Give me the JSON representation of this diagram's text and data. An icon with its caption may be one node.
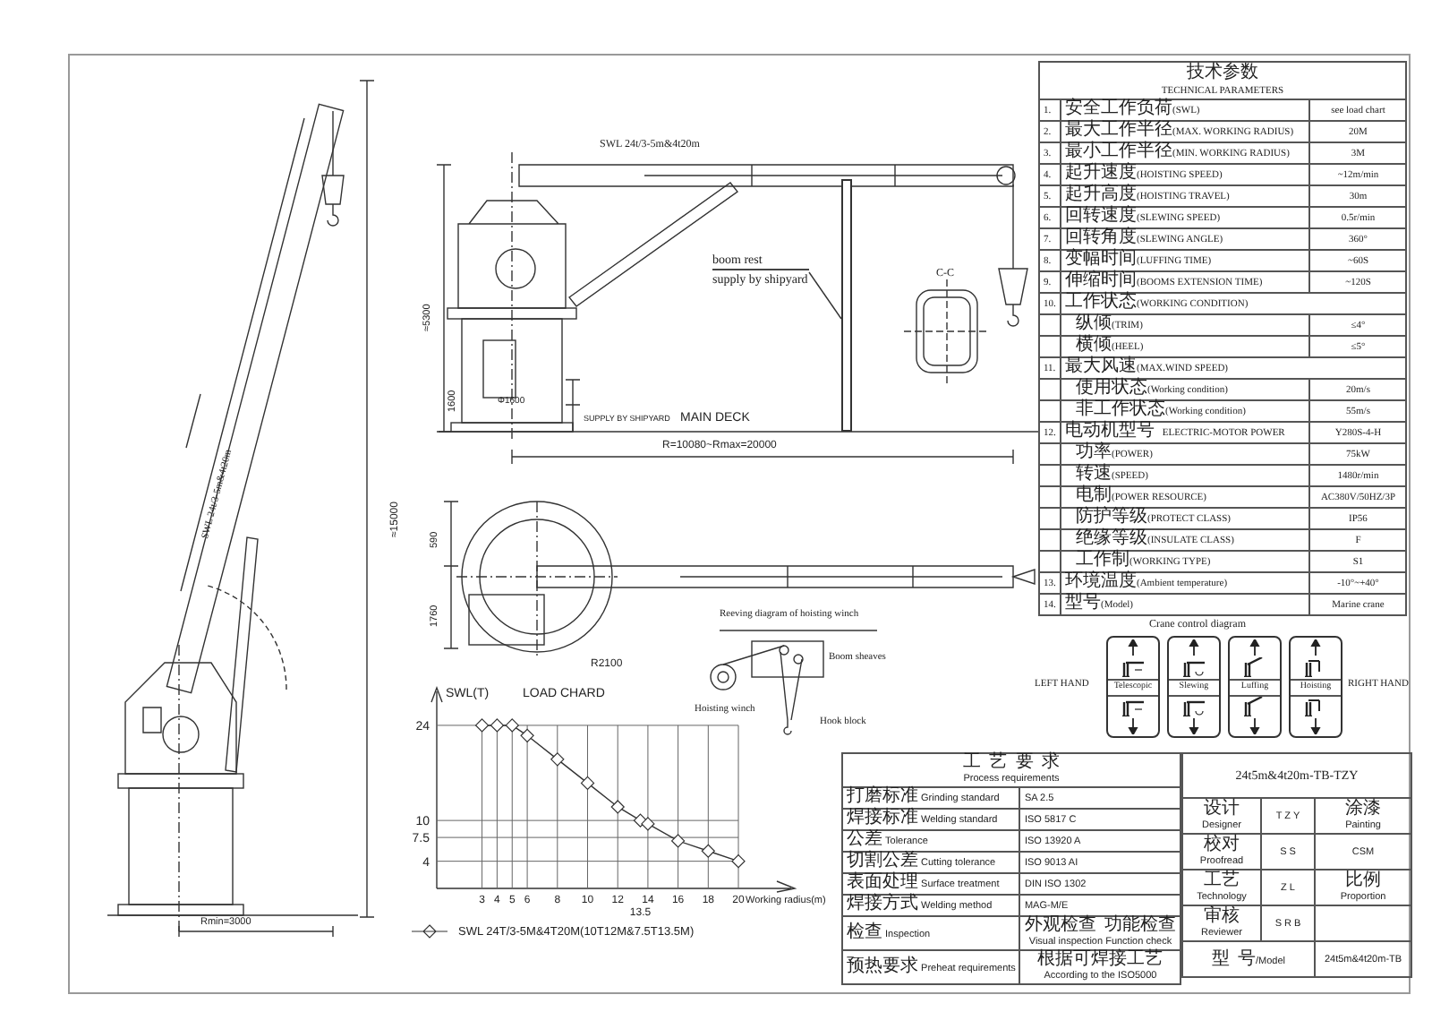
{
  "diagram": {
    "nodes": [
      {
        "text": [
          "boom rest",
          "supply by shipyard"
        ]
      },
      {
        "text": [],
        "shape": "bar"
      },
      {
        "text": [
          "Telescopic"
        ],
        "beside": [
          "LEFT HAND"
        ]
      },
      {
        "text": [
          "Slewing"
        ]
      },
      {
        "text": [
          "Luffing"
        ]
      },
      {
        "text": [
          "Hoisting"
        ],
        "beside": [
          "RIGHT HAND"
        ]
      }
    ],
    "edges": [
      {
        "from": 0,
        "to": 1,
        "arrow": "none"
      }
    ],
    "labels": [
      "技术参数",
      "TECHNICAL PARAMETERS",
      "1.",
      "安全工作负荷(SWL)",
      "see load chart",
      "2.",
      "最大工作半径(MAX. WORKING RADIUS)",
      "20M",
      "3.",
      "最小工作半径(MIN. WORKING RADIUS)",
      "3M",
      "4.",
      "起升速度(HOISTING SPEED)",
      "~12m/min",
      "5.",
      "起升高度(HOISTING TRAVEL)",
      "30m",
      "6.",
      "回转速度(SLEWING SPEED)",
      "0.5r/min",
      "7.",
      "回转角度(SLEWING ANGLE)",
      "360°",
      "8.",
      "变幅时间(LUFFING TIME)",
      "~60S",
      "9.",
      "伸缩时间(BOOMS EXTENSION TIME)",
      "~120S",
      "10.",
      "工作状态(WORKING CONDITION)",
      "纵倾(TRIM)",
      "≤4°",
      "横倾(HEEL)",
      "≤5°",
      "11.",
      "最大风速(MAX.WIND SPEED)",
      "使用状态(Working condition)",
      "20m/s",
      "非工作状态(Working condition)",
      "55m/s",
      "12.",
      "电动机型号 ELECTRIC-MOTOR POWER",
      "Y280S-4-H",
      "功率(POWER)",
      "75kW",
      "转速(SPEED)",
      "1480r/min",
      "电制(POWER RESOURCE)",
      "AC380V/50HZ/3P",
      "防护等级(PROTECT CLASS)",
      "IP56",
      "绝缘等级(INSULATE CLASS)",
      "F",
      "工作制(WORKING TYPE)",
      "S1",
      "13.",
      "环境温度(Ambient temperature)",
      "-10°~+40°",
      "14.",
      "型号(Model)",
      "Marine crane",
      "SWL 24t/3-5m&4t20m",
      "≈15000",
      "Rmin=3000",
      "SWL 24t/3-5m&4t20m",
      "≈5300",
      "1600",
      "Φ1600",
      "SUPPLY BY SHIPYARD",
      "MAIN DECK",
      "R=10080~Rmax=20000",
      "C-C",
      "590",
      "1760",
      "R2100",
      "Reeving diagram of hoisting winch",
      "Boom sheaves",
      "Hoisting winch",
      "Hook block",
      "Crane control diagram",
      "工 艺 要 求",
      "Process requirements",
      "打磨标准",
      "Grinding standard",
      "SA 2.5",
      "焊接标准",
      "Welding standard",
      "ISO 5817 C",
      "公差",
      "Tolerance",
      "ISO 13920 A",
      "切割公差",
      "Cutting tolerance",
      "ISO 9013 AI",
      "表面处理",
      "Surface treatment",
      "DIN ISO 1302",
      "焊接方式",
      "Welding method",
      "MAG-M/E",
      "检查",
      "Inspection",
      "外观检查 功能检查",
      "Visual inspection Function check",
      "预热要求",
      "Preheat requirements",
      "根据可焊接工艺",
      "According to the ISO5000",
      "24t5m&4t20m-TB-TZY",
      "设计",
      "Designer",
      "T Z Y",
      "涂漆",
      "Painting",
      "校对",
      "Proofread",
      "S S",
      "CSM",
      "工艺",
      "Technology",
      "Z L",
      "比例",
      "Proportion",
      "审核",
      "Reviewer",
      "S R B",
      "型 号/Model",
      "24t5m&4t20m-TB"
    ],
    "legend": [
      {
        "text": "SWL 24T/3-5M&4T20M(10T12M&7.5T13.5M)"
      }
    ],
    "chart_data": {
      "type": "line",
      "title": "LOAD CHARD",
      "xlabel": "Working radius(m)",
      "ylabel": "SWL(T)",
      "x": [
        3,
        4,
        5,
        6,
        8,
        10,
        12,
        13.5,
        14,
        16,
        18,
        20
      ],
      "series": [
        {
          "color": "#333333",
          "marker": "diamond",
          "values": [
            24,
            24,
            24,
            22.5,
            19,
            15.5,
            12,
            10,
            9.5,
            7,
            5.5,
            4
          ]
        }
      ],
      "xlim": [
        0,
        23.5
      ],
      "ylim": [
        0,
        29
      ],
      "grid": true,
      "xticks": [
        3,
        4,
        5,
        6,
        8,
        10,
        12,
        14,
        16,
        18,
        20
      ],
      "yticks": [
        4,
        7.5,
        10,
        24
      ],
      "annotations": [
        "13.5"
      ]
    }
  }
}
